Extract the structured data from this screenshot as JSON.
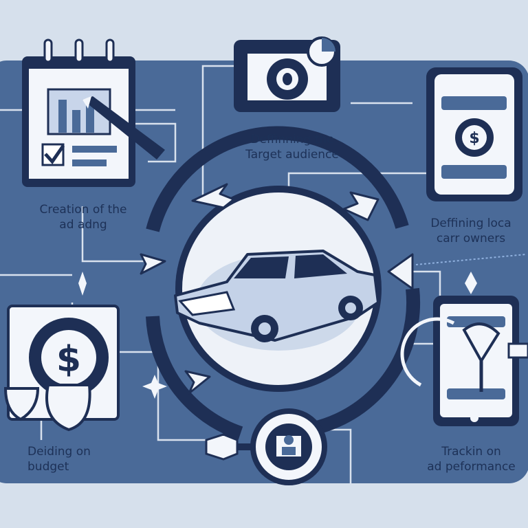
{
  "colors": {
    "background": "#d6e0ec",
    "panel": "#4a6a98",
    "navy": "#1e2f55",
    "light": "#f4f6fa",
    "accent": "#8fa6cc"
  },
  "steps": [
    {
      "id": "creation",
      "icon": "calendar-chart-icon",
      "lines": [
        "Creation of the",
        "ad adng"
      ]
    },
    {
      "id": "audience",
      "icon": "camera-target-icon",
      "lines": [
        "Deffinning the",
        "Target audience"
      ]
    },
    {
      "id": "local",
      "icon": "smartphone-dollar-icon",
      "lines": [
        "Deffining loca",
        "carr owners"
      ]
    },
    {
      "id": "budget",
      "icon": "dollar-wallet-icon",
      "lines": [
        "Deiding on",
        "budget"
      ]
    },
    {
      "id": "tracking",
      "icon": "tablet-tracking-icon",
      "lines": [
        "Trackin on",
        "ad peformance"
      ]
    }
  ],
  "center": {
    "icon": "car-icon"
  },
  "bottom": {
    "icon": "user-magnifier-icon"
  }
}
